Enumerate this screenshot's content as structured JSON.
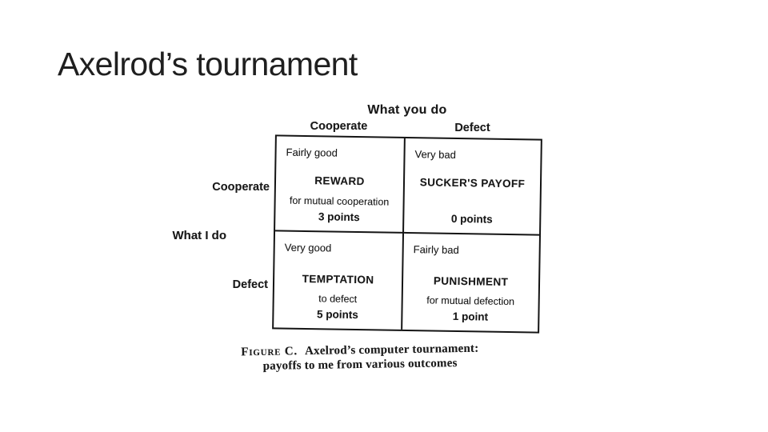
{
  "slide": {
    "title": "Axelrod’s tournament"
  },
  "figure": {
    "top_axis_label": "What you do",
    "left_axis_label": "What I do",
    "column_headers": [
      "Cooperate",
      "Defect"
    ],
    "row_headers": [
      "Cooperate",
      "Defect"
    ],
    "cells": [
      {
        "quality": "Fairly good",
        "name": "REWARD",
        "detail": "for mutual cooperation",
        "points": "3 points"
      },
      {
        "quality": "Very bad",
        "name": "SUCKER'S PAYOFF",
        "detail": "",
        "points": "0 points"
      },
      {
        "quality": "Very good",
        "name": "TEMPTATION",
        "detail": "to defect",
        "points": "5 points"
      },
      {
        "quality": "Fairly bad",
        "name": "PUNISHMENT",
        "detail": "for mutual defection",
        "points": "1 point"
      }
    ],
    "caption": {
      "label": "Figure C.",
      "text": "Axelrod’s computer tournament:",
      "line2": "payoffs to me from various outcomes"
    }
  },
  "colors": {
    "ink": "#1d1d1d",
    "scan_ink": "#1a1a1a"
  }
}
